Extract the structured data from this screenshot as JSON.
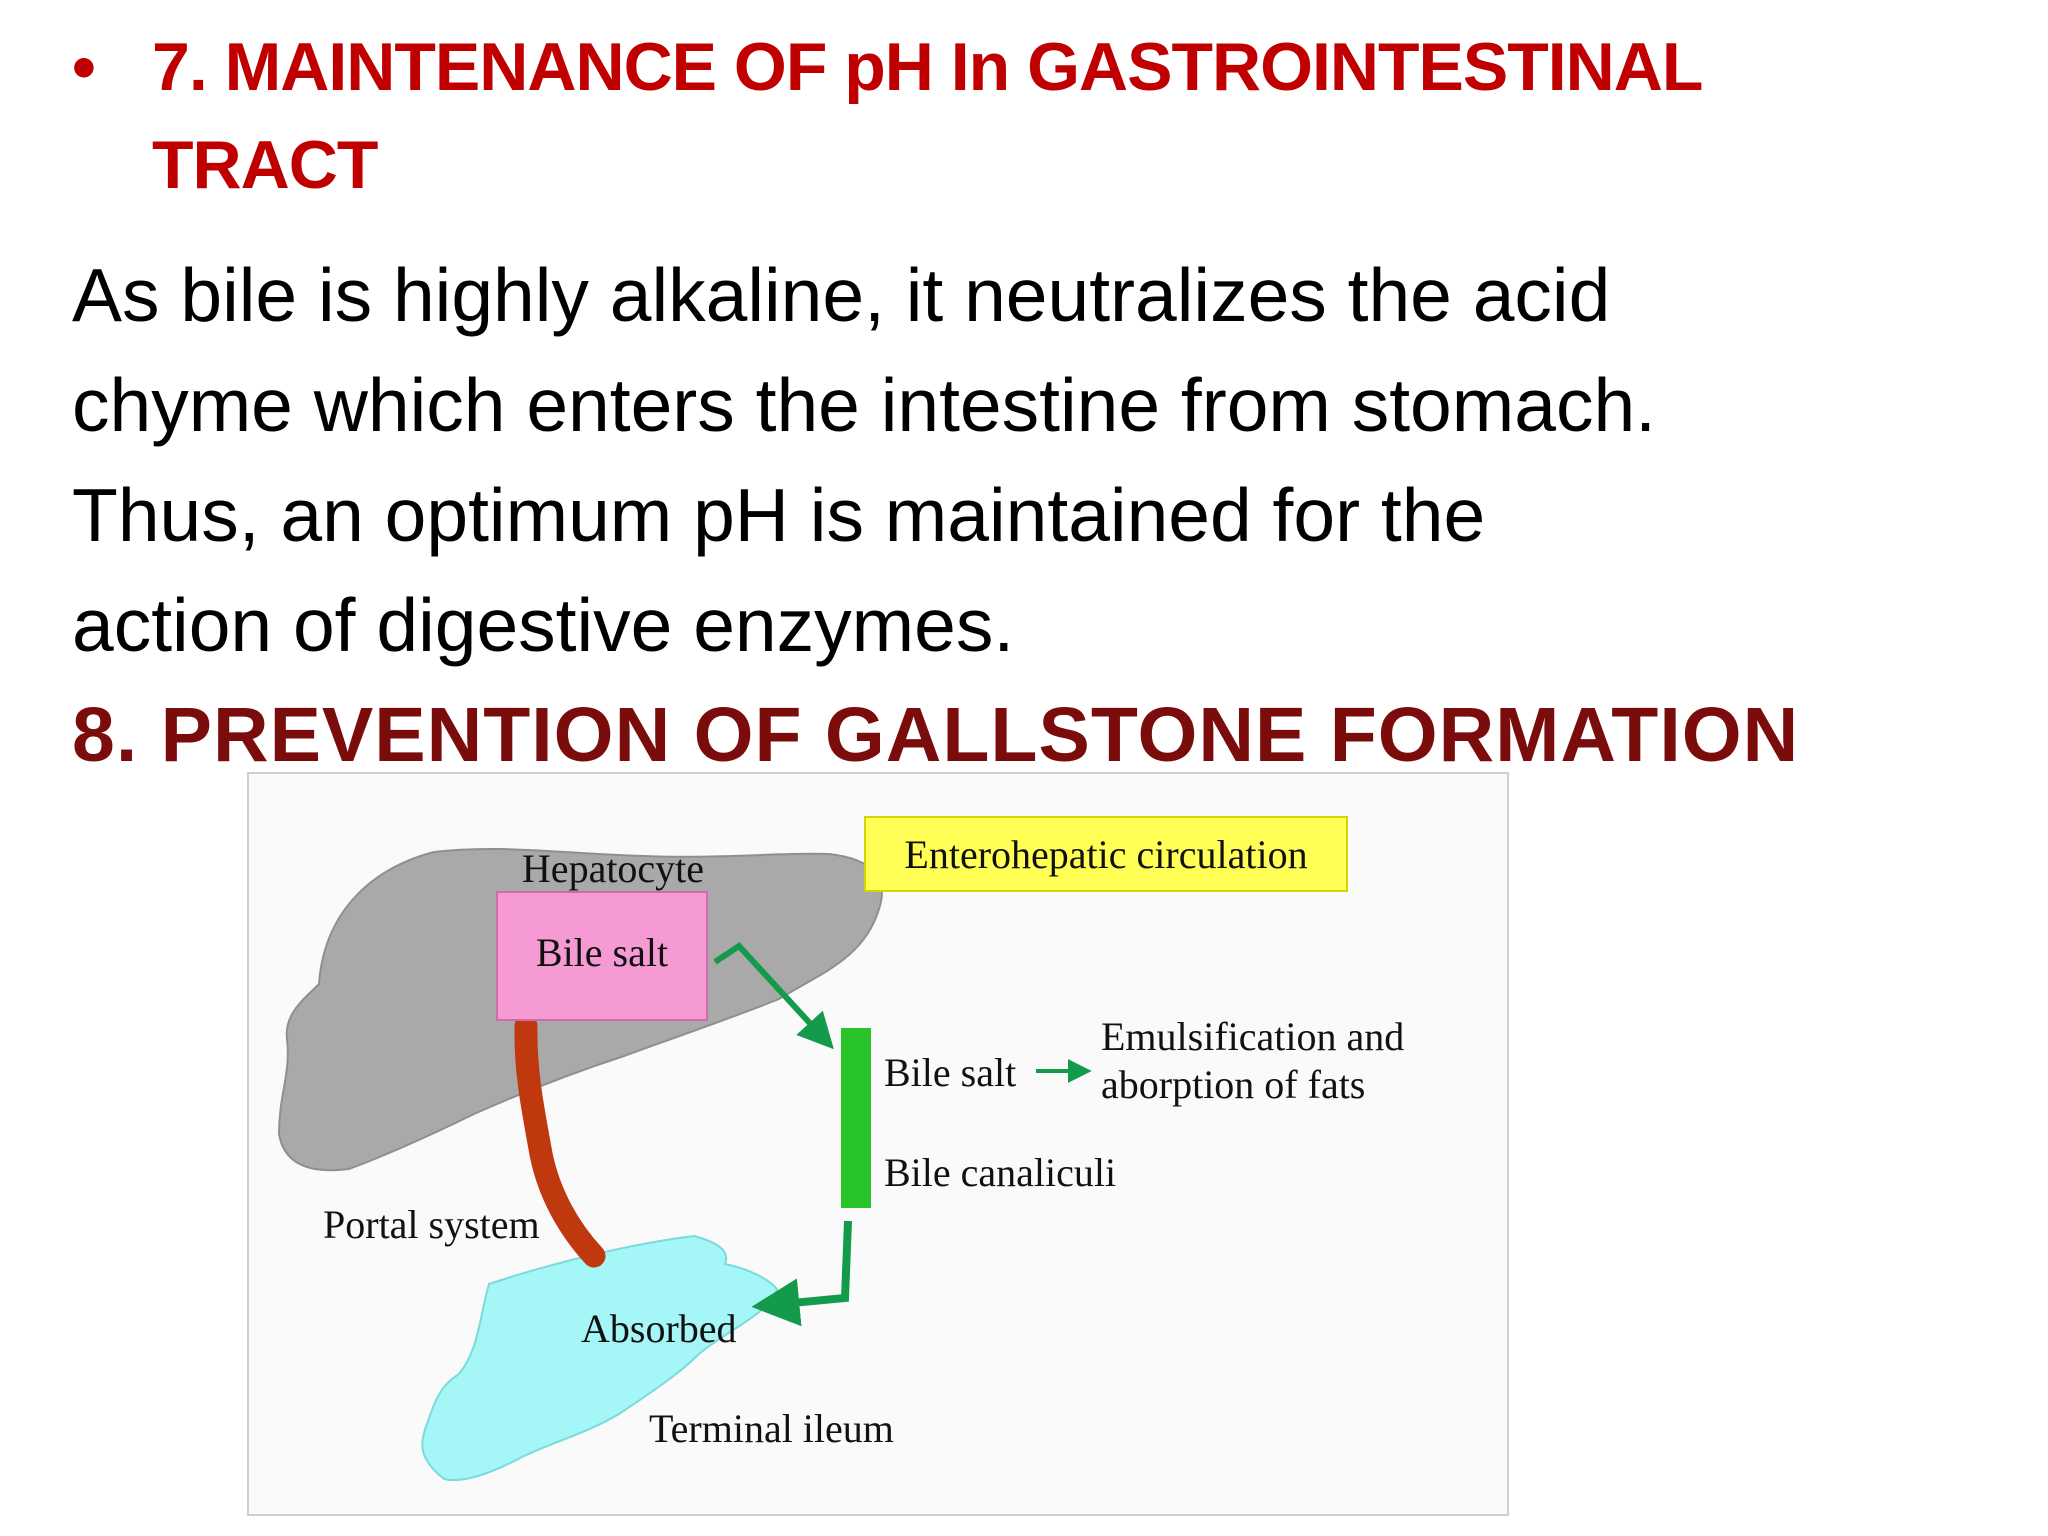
{
  "section7": {
    "bullet": "•",
    "heading_line1": "7. MAINTENANCE OF pH In GASTROINTESTINAL",
    "heading_line2": "TRACT",
    "paragraph_lines": [
      "As bile is highly alkaline, it neutralizes the acid",
      "chyme which enters the intestine from stomach.",
      "Thus, an optimum pH is maintained for the",
      "action of digestive enzymes."
    ]
  },
  "section8": {
    "heading": "8. PREVENTION OF GALLSTONE FORMATION"
  },
  "figure": {
    "title_box": "Enterohepatic circulation",
    "labels": {
      "hepatocyte": "Hepatocyte",
      "bile_salt_in_cell": "Bile salt",
      "bile_salt_canal": "Bile salt",
      "emulsification_line1": "Emulsification and",
      "emulsification_line2": "aborption of fats",
      "bile_canaliculi": "Bile canaliculi",
      "portal_system": "Portal system",
      "absorbed": "Absorbed",
      "terminal_ileum": "Terminal ileum"
    },
    "colors": {
      "liver": "#a9a9a9",
      "hepatocyte_box": "#f59ad3",
      "title_box": "#ffff55",
      "canaliculus": "#29c429",
      "arrow": "#139a4a",
      "portal_vein": "#c0380e",
      "ileum": "#a5f6f6"
    }
  }
}
